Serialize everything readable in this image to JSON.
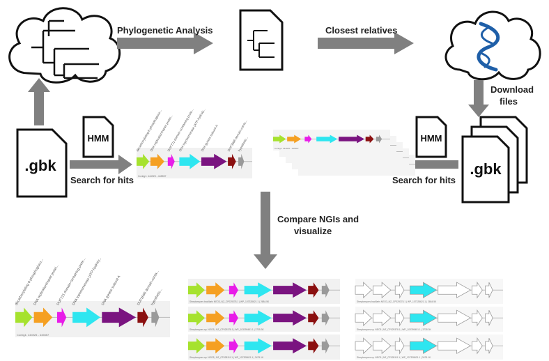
{
  "labels": {
    "phylogenetic_analysis": "Phylogenetic Analysis",
    "closest_relatives": "Closest relatives",
    "download_line1": "Download",
    "download_line2": "files",
    "search_hits_left": "Search for hits",
    "search_hits_right": "Search for hits",
    "compare_line1": "Compare NGIs and",
    "compare_line2": "visualize"
  },
  "file_icons": {
    "gbk_left": ".gbk",
    "gbk_right": ".gbk",
    "hmm_left": "HMM",
    "hmm_right": "HMM"
  },
  "genes": [
    {
      "label": "decarbonylating 6-phosphogluco...",
      "color": "#a6e22e"
    },
    {
      "label": "DNA replication/repair protei...",
      "color": "#f5a022"
    },
    {
      "label": "DUF721 domain-containing prote...",
      "color": "#e81ce8"
    },
    {
      "label": "DNA topoisomerase (ATP-hydroly...",
      "color": "#2ee6f0"
    },
    {
      "label": "DNA gyrase subunit A",
      "color": "#7a1480"
    },
    {
      "label": "DUF3566 domain-conta...",
      "color": "#8b1010"
    },
    {
      "label": "hypothetic...",
      "color": "#9a9a9a"
    }
  ],
  "locus_caption": "Contig1: 444925 - 445557",
  "comparison_captions": [
    "Streptomyces bacillaris NEO3_NZ_CP029378.1 | WP_107328621.1 | 2684.5K",
    "Streptomyces sp. NEO3 | NZ_CP029378.1 | WP_103395451.1 | 3735.3K",
    "Streptomyces sp. NEO3 | NZ_CP028111.1 | WP_107328621.1 | 3475.1K"
  ],
  "colors": {
    "arrow_gray": "#808080",
    "cloud_stroke": "#111111",
    "dna_blue": "#1f5fa8"
  }
}
